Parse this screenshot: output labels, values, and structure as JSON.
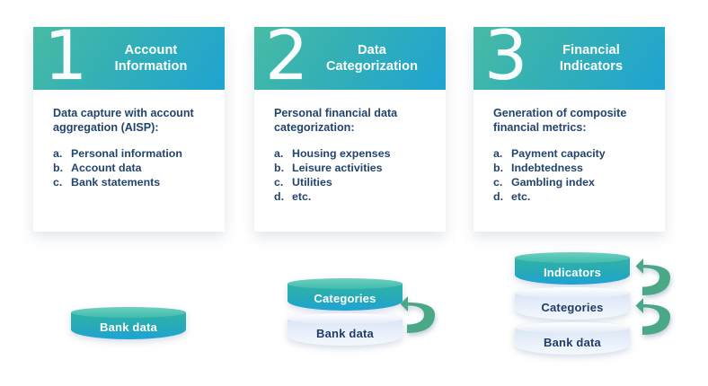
{
  "theme": {
    "gradient_start": "#48bba4",
    "gradient_end": "#1fa3d2",
    "text_dark": "#22456d",
    "text_light": "#ffffff",
    "light_cylinder": "#dae6f5",
    "arrow_color": "#4aa887"
  },
  "cards": [
    {
      "number": "1",
      "title": "Account\nInformation",
      "title_line1": "Account",
      "title_line2": "Information",
      "description": "Data capture with account aggregation (AISP):",
      "items": [
        {
          "marker": "a.",
          "text": "Personal information"
        },
        {
          "marker": "b.",
          "text": "Account data"
        },
        {
          "marker": "c.",
          "text": "Bank statements"
        }
      ]
    },
    {
      "number": "2",
      "title_line1": "Data",
      "title_line2": "Categorization",
      "description": "Personal financial data categorization:",
      "items": [
        {
          "marker": "a.",
          "text": "Housing expenses"
        },
        {
          "marker": "b.",
          "text": "Leisure activities"
        },
        {
          "marker": "c.",
          "text": "Utilities"
        },
        {
          "marker": "d.",
          "text": "etc."
        }
      ]
    },
    {
      "number": "3",
      "title_line1": "Financial",
      "title_line2": "Indicators",
      "description": "Generation of composite financial metrics:",
      "items": [
        {
          "marker": "a.",
          "text": "Payment capacity"
        },
        {
          "marker": "b.",
          "text": "Indebtedness"
        },
        {
          "marker": "c.",
          "text": "Gambling index"
        },
        {
          "marker": "d.",
          "text": "etc."
        }
      ]
    }
  ],
  "stacks": [
    {
      "name": "stack-one",
      "cylinders": [
        {
          "label": "Bank data",
          "style": "teal"
        }
      ],
      "arrows": 0
    },
    {
      "name": "stack-two",
      "cylinders": [
        {
          "label": "Categories",
          "style": "teal"
        },
        {
          "label": "Bank data",
          "style": "light"
        }
      ],
      "arrows": 1
    },
    {
      "name": "stack-three",
      "cylinders": [
        {
          "label": "Indicators",
          "style": "teal"
        },
        {
          "label": "Categories",
          "style": "light"
        },
        {
          "label": "Bank data",
          "style": "light"
        }
      ],
      "arrows": 2
    }
  ]
}
